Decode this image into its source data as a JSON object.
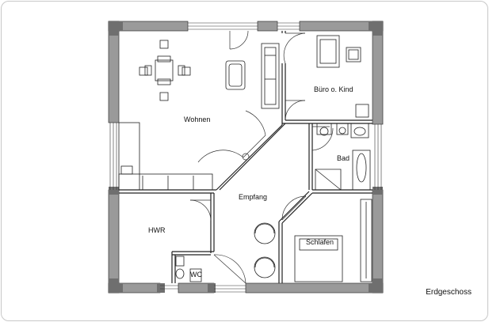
{
  "caption": "Erdgeschoss",
  "rooms": {
    "wohnen": "Wohnen",
    "buero": "Büro o. Kind",
    "bad": "Bad",
    "empfang": "Empfang",
    "hwr": "HWR",
    "schlafen": "Schlafen",
    "wc": "WC"
  },
  "colors": {
    "wall": "#8a8a8a",
    "wall_dark": "#6f6f6f",
    "line": "#222222"
  }
}
